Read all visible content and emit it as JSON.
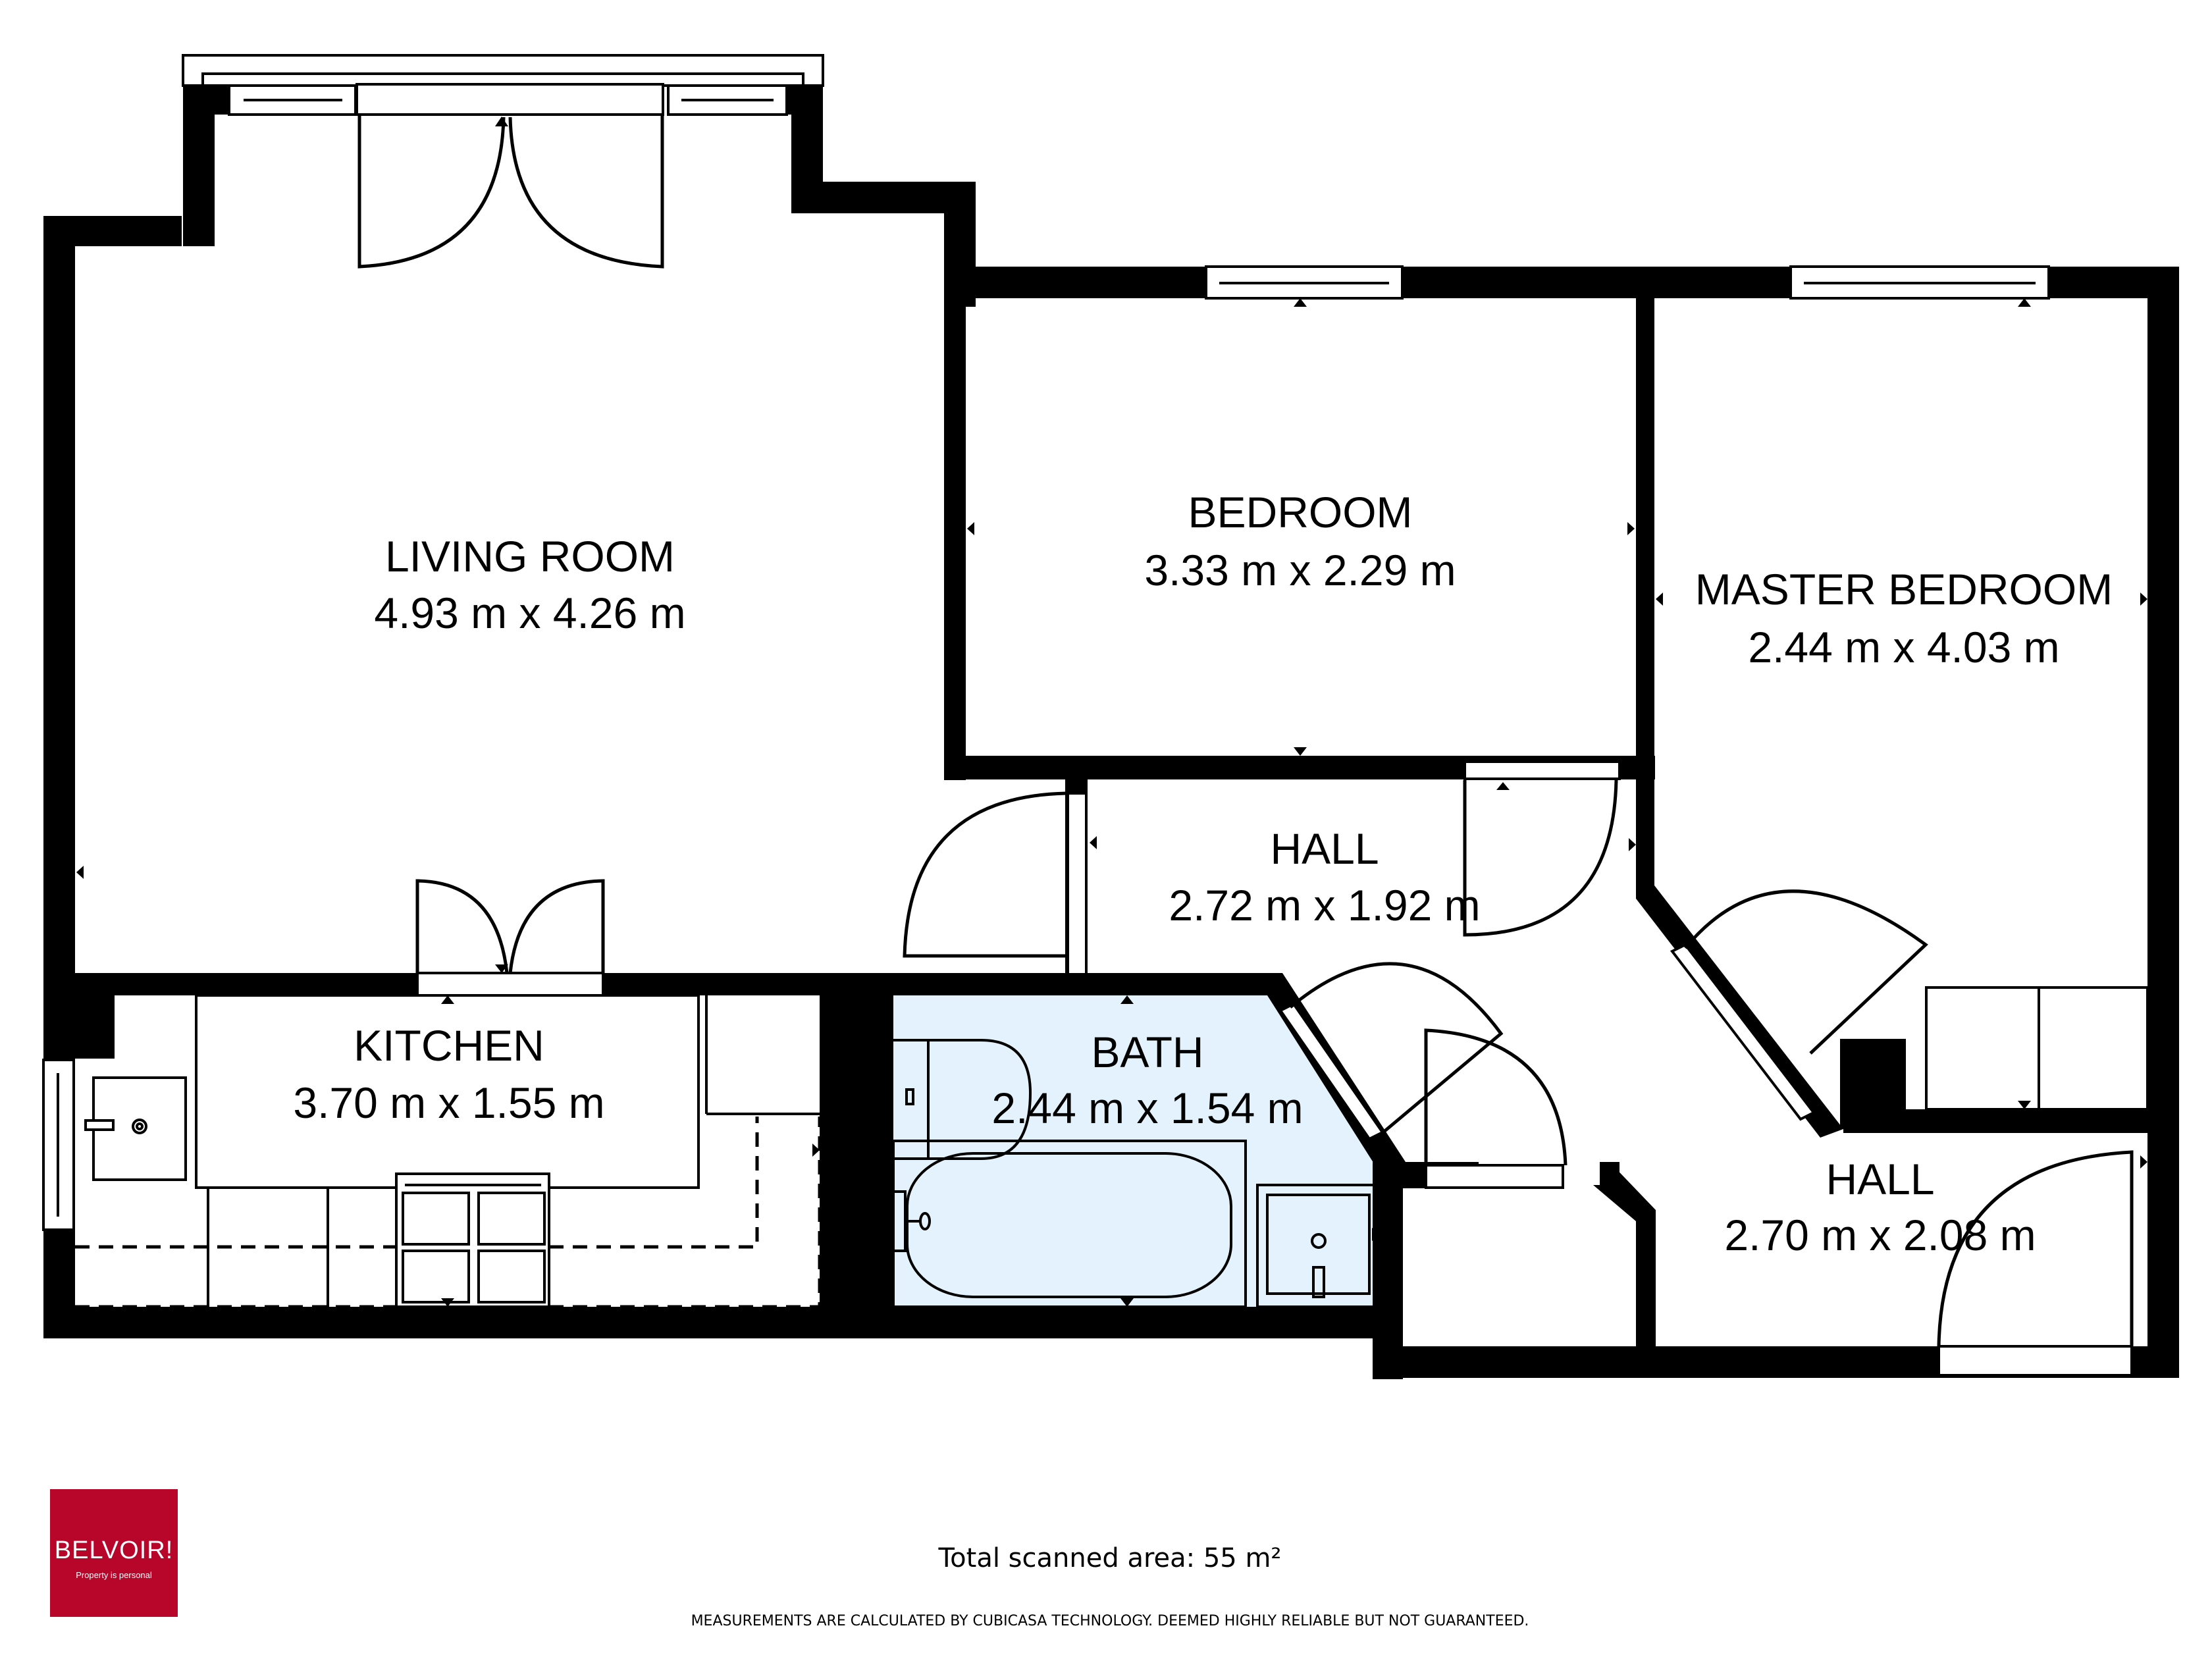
{
  "rooms": {
    "living_room": {
      "name": "LIVING ROOM",
      "dimensions": "4.93 m x 4.26 m"
    },
    "bedroom": {
      "name": "BEDROOM",
      "dimensions": "3.33 m x 2.29 m"
    },
    "master_bedroom": {
      "name": "MASTER BEDROOM",
      "dimensions": "2.44 m x 4.03 m"
    },
    "hall_upper": {
      "name": "HALL",
      "dimensions": "2.72 m x 1.92 m"
    },
    "kitchen": {
      "name": "KITCHEN",
      "dimensions": "3.70 m x 1.55 m"
    },
    "bath": {
      "name": "BATH",
      "dimensions": "2.44 m x 1.54 m"
    },
    "hall_lower": {
      "name": "HALL",
      "dimensions": "2.70 m x 2.08 m"
    }
  },
  "footer": {
    "total_area": "Total scanned area: 55 m²",
    "disclaimer": "MEASUREMENTS ARE CALCULATED BY CUBICASA TECHNOLOGY. DEEMED HIGHLY RELIABLE BUT NOT GUARANTEED."
  },
  "logo": {
    "name": "BELVOIR!",
    "tagline": "Property is personal",
    "color": "#B8062B"
  },
  "colors": {
    "wall": "#000000",
    "bath_fill": "#E3F2FC",
    "background": "#FFFFFF"
  }
}
